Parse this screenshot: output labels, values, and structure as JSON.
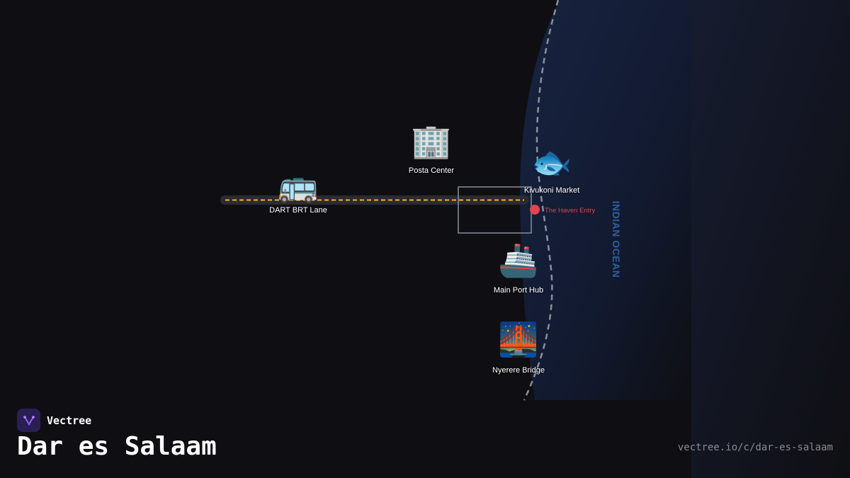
{
  "map": {
    "ocean_label": "INDIAN OCEAN",
    "entry_label": "The Haven Entry",
    "landmarks": [
      {
        "id": "dart-brt-lane",
        "label": "DART BRT Lane",
        "icon": "bus-icon",
        "emoji": "🚌"
      },
      {
        "id": "posta-center",
        "label": "Posta Center",
        "icon": "office-building-icon",
        "emoji": "🏢"
      },
      {
        "id": "kivukoni-market",
        "label": "Kivukoni Market",
        "icon": "fish-icon",
        "emoji": "🐟"
      },
      {
        "id": "main-port-hub",
        "label": "Main Port Hub",
        "icon": "ship-icon",
        "emoji": "🚢"
      },
      {
        "id": "nyerere-bridge",
        "label": "Nyerere Bridge",
        "icon": "bridge-at-night-icon",
        "emoji": "🌉"
      }
    ],
    "colors": {
      "background": "#0f0f13",
      "ocean": "#141c33",
      "coastline": "#8a8f99",
      "brt_lane": "#2b2b30",
      "brt_dash": "#f0b429",
      "entry_marker": "#e0444d",
      "ocean_label": "#2f5fa0"
    }
  },
  "footer": {
    "brand_name": "Vectree",
    "city_title": "Dar es Salaam",
    "url": "vectree.io/c/dar-es-salaam"
  }
}
